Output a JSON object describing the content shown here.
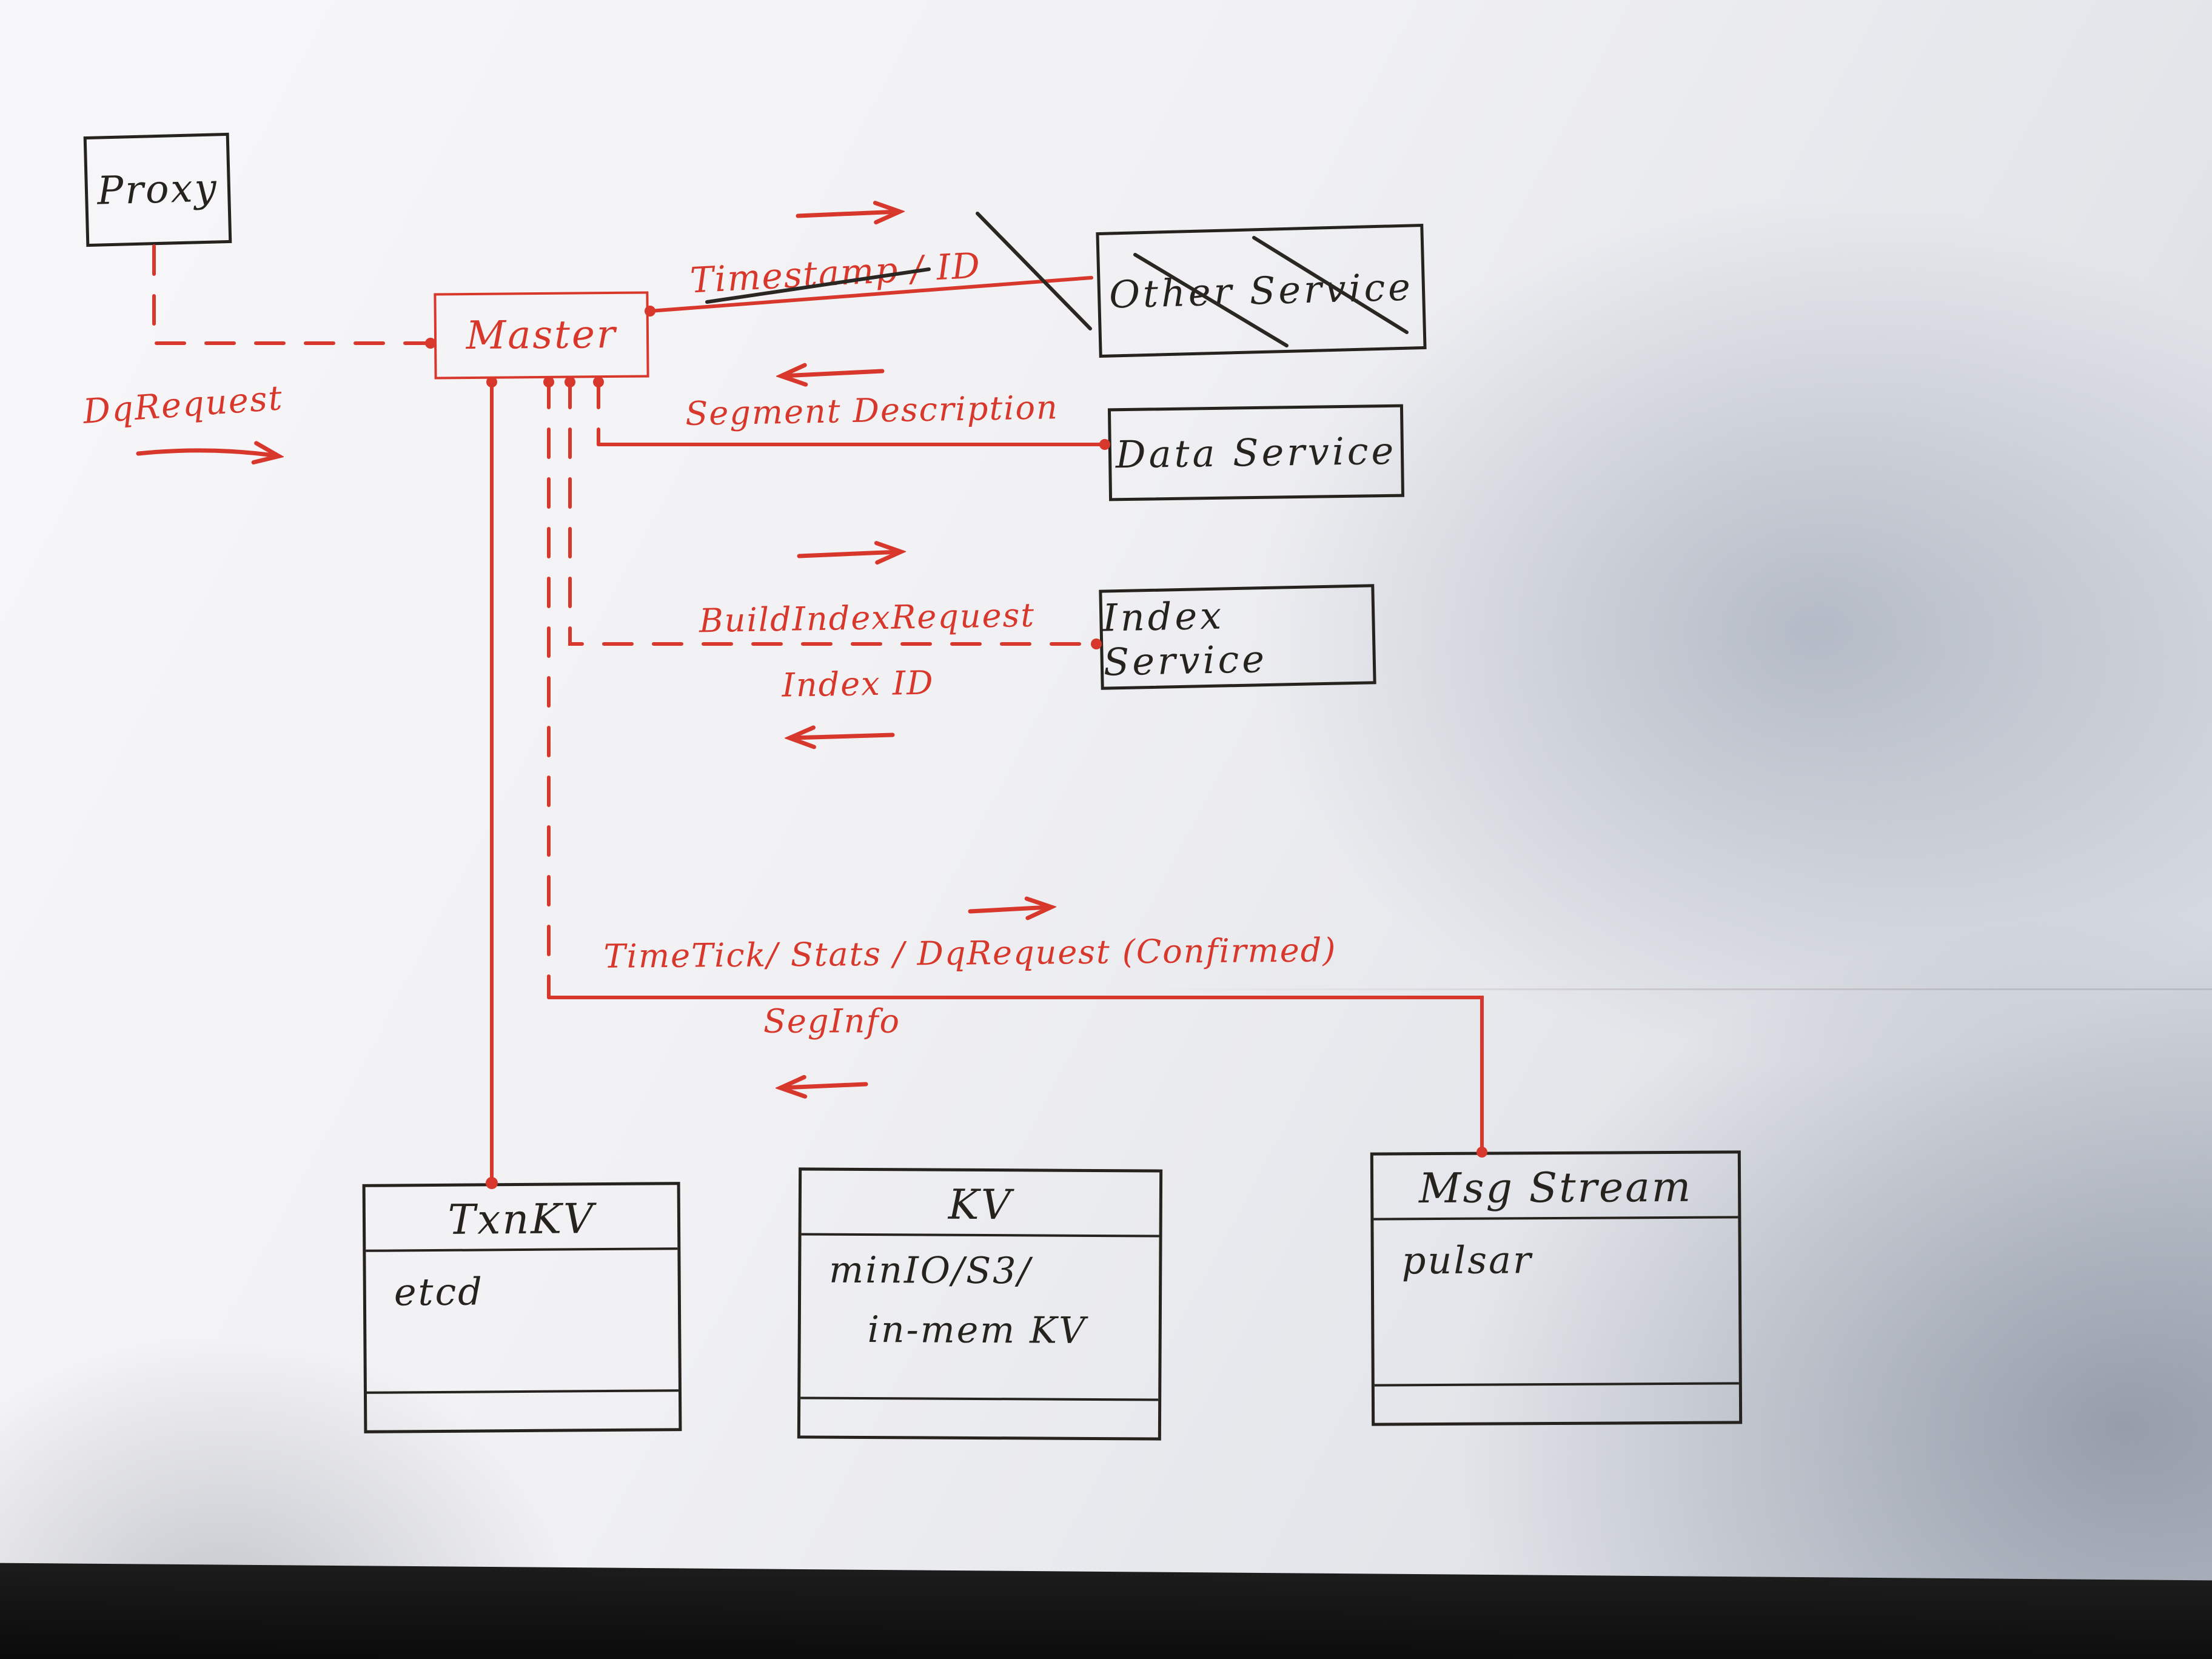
{
  "photo": {
    "paper_color": "#f2f2f5",
    "ink_color": "#26231f",
    "accent_color": "#d8382c",
    "desk_color": "#0e0e0e"
  },
  "boxes": {
    "proxy": {
      "label": "Proxy"
    },
    "master": {
      "label": "Master"
    },
    "other_service": {
      "label": "Other Service",
      "crossed_out": true
    },
    "data_service": {
      "label": "Data Service"
    },
    "index_service": {
      "label": "Index Service"
    },
    "txn_kv": {
      "title": "TxnKV",
      "content": "etcd"
    },
    "kv": {
      "title": "KV",
      "content_line1": "minIO/S3/",
      "content_line2": "in-mem KV"
    },
    "msg_stream": {
      "title": "Msg Stream",
      "content": "pulsar"
    }
  },
  "connector_labels": {
    "dq_request": "DqRequest",
    "timestamp_id": "Timestamp / ID",
    "segment_description": "Segment Description",
    "build_index_request": "BuildIndexRequest",
    "index_id": "Index ID",
    "timetick_stats_dqrequest": "TimeTick/ Stats / DqRequest (Confirmed)",
    "seg_info": "SegInfo"
  }
}
